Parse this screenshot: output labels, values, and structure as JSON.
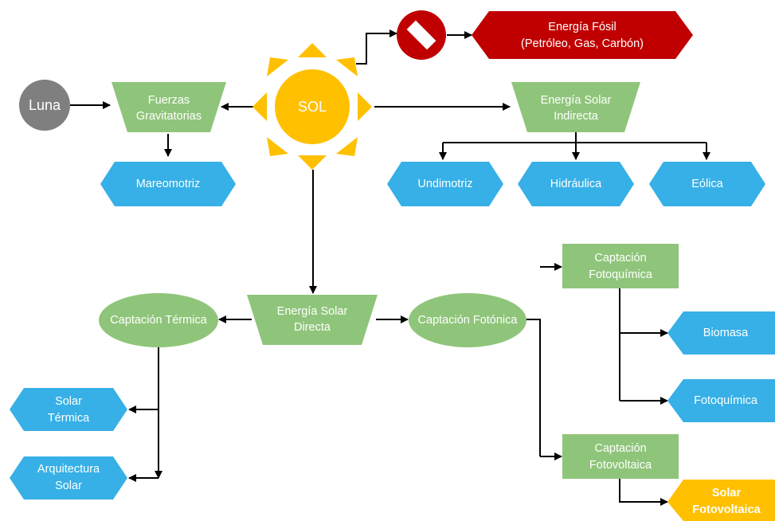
{
  "nodes": {
    "sol": "SOL",
    "luna": "Luna",
    "fuerzas": [
      "Fuerzas",
      "Gravitatorias"
    ],
    "mareomotriz": "Mareomotriz",
    "fosil": [
      "Energía Fósil",
      "(Petróleo, Gas, Carbón)"
    ],
    "indirecta": [
      "Energía Solar",
      "Indirecta"
    ],
    "undimotriz": "Undimotriz",
    "hidraulica": "Hidráulica",
    "eolica": "Eólica",
    "directa": [
      "Energía Solar",
      "Directa"
    ],
    "termica_captacion": "Captación Térmica",
    "fotonica_captacion": "Captación Fotónica",
    "fotoquimica_captacion": [
      "Captación",
      "Fotoquímica"
    ],
    "fotovoltaica_captacion": [
      "Captación",
      "Fotovoltaica"
    ],
    "biomasa": "Biomasa",
    "fotoquimica": "Fotoquímica",
    "solar_termica": [
      "Solar",
      "Térmica"
    ],
    "arquitectura_solar": [
      "Arquitectura",
      "Solar"
    ],
    "solar_fotovoltaica": [
      "Solar",
      "Fotovoltaica"
    ]
  },
  "colors": {
    "green": "#8fc57a",
    "blue": "#36b0e6",
    "sun": "#ffc000",
    "moon": "#7f7f7f",
    "fossil": "#c00000",
    "highlight": "#ffc000"
  },
  "icons": {
    "prohibited": "prohibited-icon"
  }
}
